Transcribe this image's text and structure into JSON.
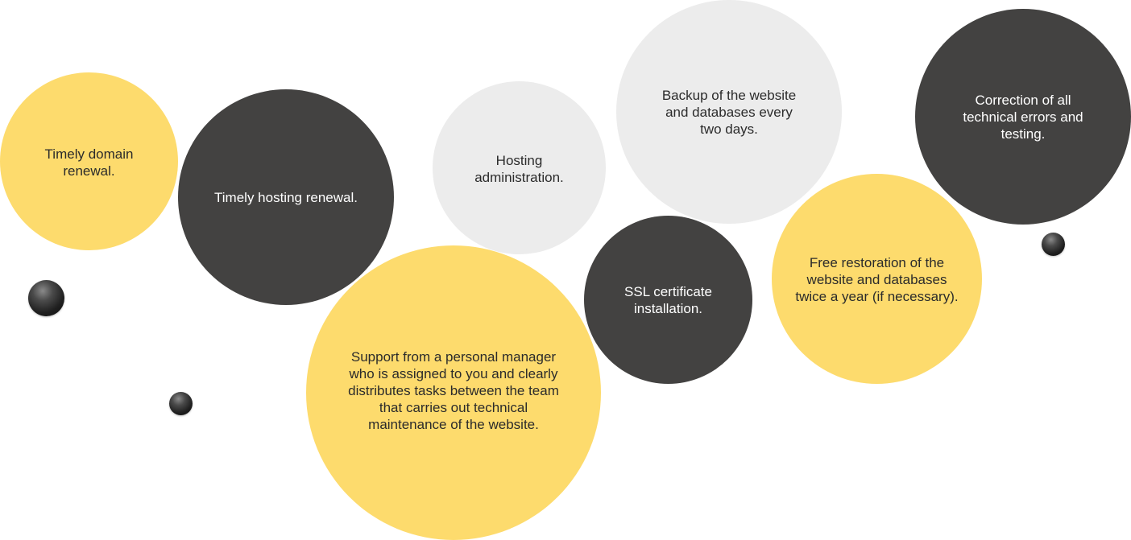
{
  "bubbles": {
    "domain_renewal": "Timely domain renewal.",
    "hosting_renewal": "Timely hosting renewal.",
    "hosting_admin": "Hosting administration.",
    "backup": "Backup of the website and databases every two days.",
    "correction": "Correction of all technical errors and testing.",
    "support": "Support from a personal manager who is assigned to you and clearly distributes tasks between the team that carries out technical maintenance of the website.",
    "ssl": "SSL certificate installation.",
    "restoration": "Free restoration of the website and databases twice a year (if necessary)."
  },
  "colors": {
    "yellow": "#fddb6d",
    "dark": "#434241",
    "light": "#ececec"
  }
}
